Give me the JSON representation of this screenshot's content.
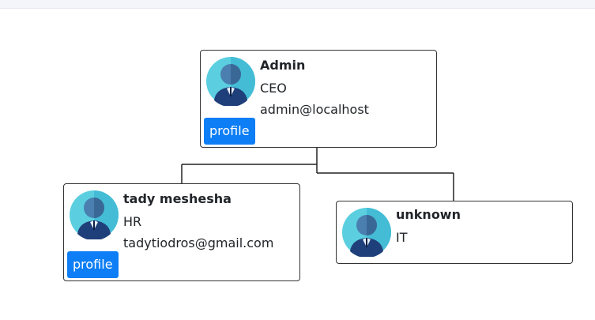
{
  "org_chart": {
    "root": {
      "name": "Admin",
      "title": "CEO",
      "email": "admin@localhost",
      "button_label": "profile"
    },
    "children": [
      {
        "name": "tady meshesha",
        "title": "HR",
        "email": "tadytiodros@gmail.com",
        "button_label": "profile"
      },
      {
        "name": "unknown",
        "title": "IT"
      }
    ]
  },
  "colors": {
    "button": "#0d7ef5",
    "avatar_circle": "#5bcfe0",
    "avatar_head": "#4a7fb0",
    "avatar_body": "#1f3f7a"
  },
  "icons": {
    "avatar": "user-avatar-icon"
  }
}
